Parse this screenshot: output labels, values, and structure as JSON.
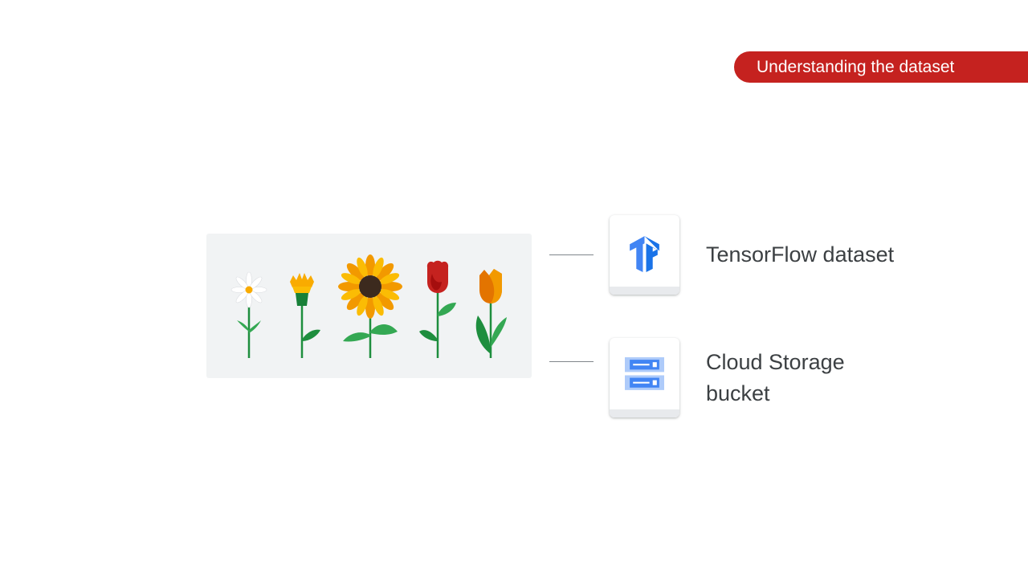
{
  "section_title": "Understanding the dataset",
  "flowers": {
    "items": [
      "daisy",
      "dandelion",
      "sunflower",
      "rose",
      "tulip"
    ]
  },
  "sources": [
    {
      "label": "TensorFlow dataset",
      "icon": "tensorflow-icon"
    },
    {
      "label_line1": "Cloud Storage",
      "label_line2": "bucket",
      "icon": "cloud-storage-icon"
    }
  ],
  "colors": {
    "badge": "#c5221f",
    "label_text": "#3c4043",
    "panel": "#f1f3f4",
    "tensorflow_blue": "#4285f4",
    "stem_green": "#1e8e3e"
  }
}
